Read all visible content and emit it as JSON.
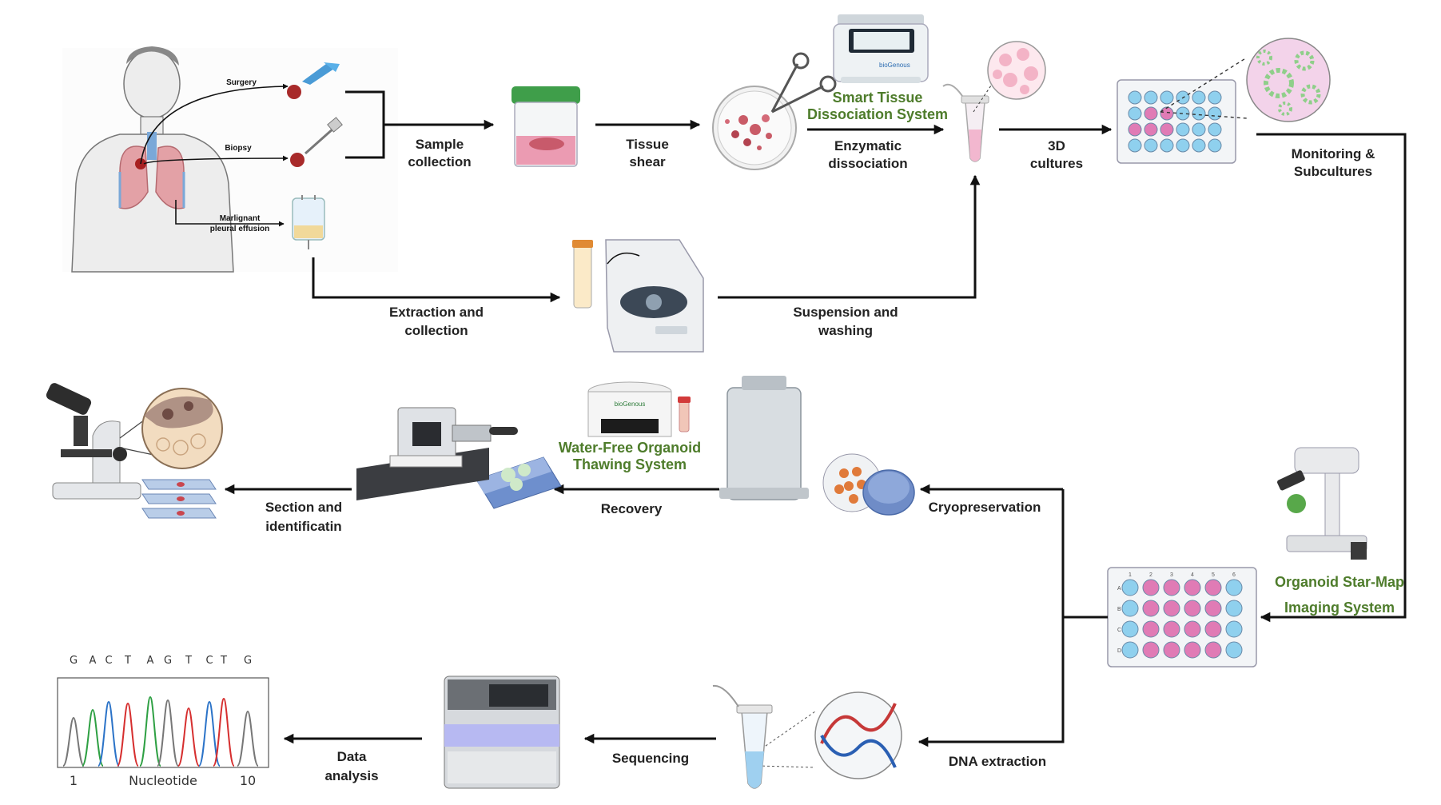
{
  "body_routes": {
    "surgery": "Surgery",
    "biopsy": "Biopsy",
    "effusion_line1": "Marlignant",
    "effusion_line2": "pleural effusion"
  },
  "steps": {
    "sample_collection": [
      "Sample",
      "collection"
    ],
    "tissue_shear": [
      "Tissue",
      "shear"
    ],
    "enzymatic_dissociation": [
      "Enzymatic",
      "dissociation"
    ],
    "cultures_3d": [
      "3D",
      "cultures"
    ],
    "monitoring": [
      "Monitoring &",
      "Subcultures"
    ],
    "extraction_collection": [
      "Extraction and",
      "collection"
    ],
    "suspension_washing": [
      "Suspension and",
      "washing"
    ],
    "cryopreservation": "Cryopreservation",
    "recovery": "Recovery",
    "section": [
      "Section and",
      "identificatin"
    ],
    "dna_extraction": "DNA extraction",
    "sequencing": "Sequencing",
    "data_analysis": [
      "Data",
      "analysis"
    ]
  },
  "products": {
    "smart_tissue": [
      "Smart Tissue",
      "Dissociation System"
    ],
    "water_free": [
      "Water-Free Organoid",
      "Thawing System"
    ],
    "star_map": [
      "Organoid Star-Map",
      "Imaging System"
    ],
    "brand": "bioGenous"
  },
  "chromatogram": {
    "bases": [
      "G",
      "A",
      "C",
      "T",
      "A",
      "G",
      "T",
      "C",
      "T",
      "G"
    ],
    "x_start": "1",
    "x_end": "10",
    "x_label": "Nucleotide",
    "colors": [
      "#777777",
      "#2ea043",
      "#2b73c8",
      "#d62f2f"
    ]
  },
  "plate_rows": [
    "A",
    "B",
    "C",
    "D"
  ],
  "plate_cols": [
    "1",
    "2",
    "3",
    "4",
    "5",
    "6"
  ],
  "colors": {
    "accent_green": "#4e7c2b",
    "well_blue": "#8fd0ee",
    "well_pink": "#e07bb5"
  }
}
